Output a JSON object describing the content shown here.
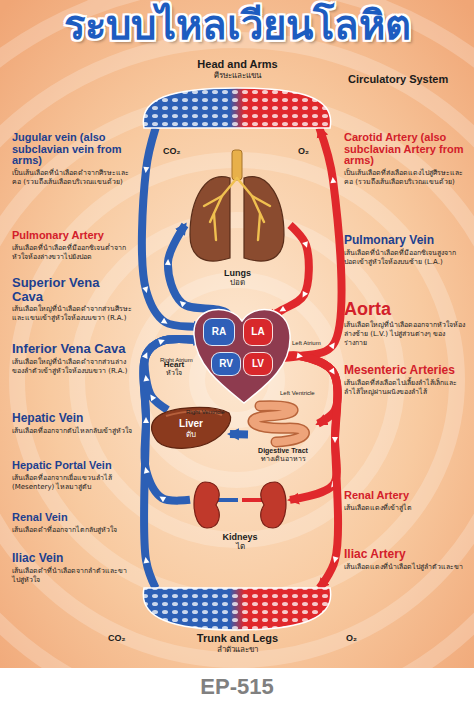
{
  "diagram": {
    "title": "ระบบไหลเวียนโลหิต",
    "nodes": [
      {
        "text": [
          "Head and Arms",
          "ศีรษะและแขน"
        ]
      },
      {
        "text": [
          "Lungs",
          "ปอด"
        ]
      },
      {
        "text": [
          "Heart",
          "หัวใจ"
        ]
      },
      {
        "text": [
          "RA"
        ],
        "in": 2
      },
      {
        "text": [
          "LA"
        ],
        "in": 2
      },
      {
        "text": [
          "RV"
        ],
        "in": 2
      },
      {
        "text": [
          "LV"
        ],
        "in": 2
      },
      {
        "text": [
          "Liver",
          "ตับ"
        ]
      },
      {
        "text": [
          "Digestive Tract",
          "ทางเดินอาหาร"
        ]
      },
      {
        "text": [
          "Kidneys",
          "ไต"
        ]
      },
      {
        "text": [
          "Trunk and Legs",
          "ลำตัวและขา"
        ]
      }
    ],
    "edges": [
      {
        "from": 0,
        "to": 3,
        "arrow": "to"
      },
      {
        "from": 5,
        "to": 1,
        "arrow": "to"
      },
      {
        "from": 1,
        "to": 4,
        "arrow": "to"
      },
      {
        "from": 6,
        "to": 0,
        "arrow": "to"
      },
      {
        "from": 6,
        "to": 8,
        "arrow": "to"
      },
      {
        "from": 6,
        "to": 9,
        "arrow": "to"
      },
      {
        "from": 6,
        "to": 10,
        "arrow": "to"
      },
      {
        "from": 10,
        "to": 3,
        "arrow": "to"
      },
      {
        "from": 9,
        "to": 3,
        "arrow": "to"
      },
      {
        "from": 7,
        "to": 3,
        "arrow": "to"
      },
      {
        "from": 8,
        "to": 7,
        "arrow": "to"
      }
    ],
    "labels": [
      "Circulatory System",
      "Jugular vein (also subclavian vein from arms)",
      "เป็นเส้นเลือดที่นำเลือดดำจากศีรษะและคอ (รวมถึงเส้นเลือดบริเวณแขนด้วย)",
      "Pulmonary Artery",
      "เส้นเลือดที่นำเลือดที่มีออกซิเจนต่ำจากหัวใจห้องล่างขวาไปยังปอด",
      "Superior Vena Cava",
      "เส้นเลือดใหญ่ที่นำเลือดดำจากส่วนศีรษะและแขนเข้าสู่หัวใจห้องบนขวา (R.A.)",
      "Inferior Vena Cava",
      "เส้นเลือดใหญ่ที่นำเลือดดำจากส่วนล่างของลำตัวเข้าสู่หัวใจห้องบนขวา (R.A.)",
      "Hepatic Vein",
      "เส้นเลือดที่ออกจากตับไหลกลับเข้าสู่หัวใจ",
      "Hepatic Portal Vein",
      "เส้นเลือดที่ออกจากเยื่อแขวนลำไส้ (Mesentery) ไหลมาสู่ตับ",
      "Renal Vein",
      "เส้นเลือดดำที่ออกจากไตกลับสู่หัวใจ",
      "Iliac Vein",
      "เส้นเลือดดำที่นำเลือดจากลำตัวและขาไปสู่หัวใจ",
      "Carotid Artery (also subclavian Artery from arms)",
      "เป็นเส้นเลือดที่ส่งเลือดแดงไปสู่ศีรษะและคอ (รวมถึงเส้นเลือดบริเวณแขนด้วย)",
      "Pulmonary Vein",
      "เส้นเลือดที่นำเลือดที่มีออกซิเจนสูงจากปอดเข้าสู่หัวใจห้องบนซ้าย (L.A.)",
      "Aorta",
      "เส้นเลือดใหญ่ที่นำเลือดออกจากหัวใจห้องล่างซ้าย (L.V.) ไปสู่ส่วนต่างๆ ของร่างกาย",
      "Mesenteric Arteries",
      "เส้นเลือดที่ส่งเลือดไปเลี้ยงลำไส้เล็กและลำไส้ใหญ่ผ่านผนังของลำไส้",
      "Renal Artery",
      "เส้นเลือดแดงที่เข้าสู่ไต",
      "Iliac Artery",
      "เส้นเลือดแดงที่นำเลือดไปสู่ลำตัวและขา",
      "CO₂",
      "O₂",
      "Right Atrium",
      "Left Atrium",
      "Right Ventricle",
      "Left Ventricle",
      "CO₂",
      "O₂",
      "EP-515"
    ]
  }
}
